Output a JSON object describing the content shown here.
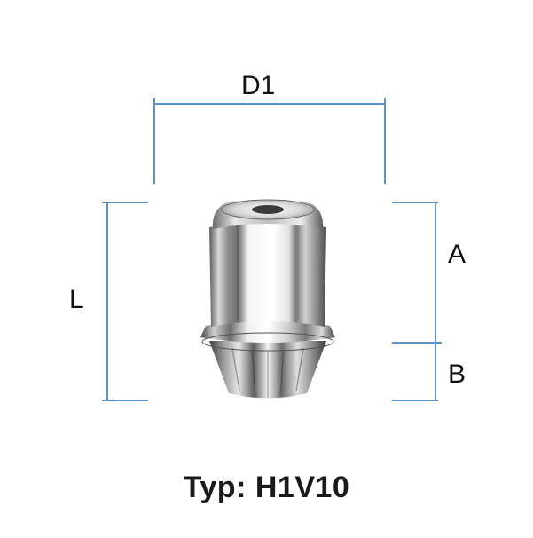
{
  "labels": {
    "d1": "D1",
    "l": "L",
    "a": "A",
    "b": "B"
  },
  "caption": {
    "prefix": "Typ:",
    "code": "H1V10"
  },
  "colors": {
    "dimension_line": "#5b93c9",
    "text": "#111111",
    "chrome_dark": "#4a4a4a",
    "chrome_light": "#f2f2f2"
  },
  "icons": {
    "part": "chrome-lug-nut-icon"
  }
}
